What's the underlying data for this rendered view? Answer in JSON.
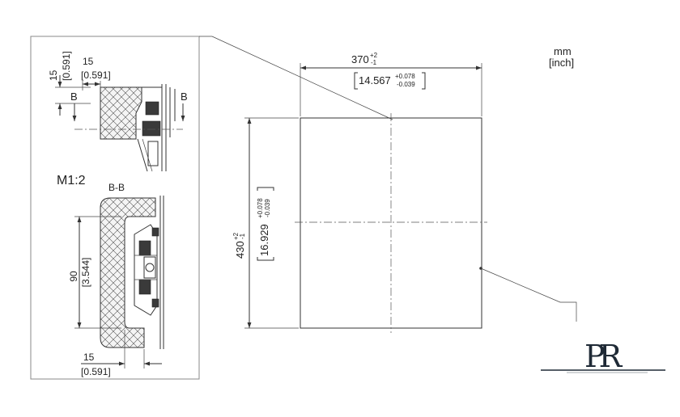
{
  "units": {
    "primary": "mm",
    "secondary": "[inch]"
  },
  "main_view": {
    "width": {
      "value": "370",
      "tol_upper": "+2",
      "tol_lower": "-1",
      "inch_value": "14.567",
      "inch_tol_upper": "+0.078",
      "inch_tol_lower": "-0.039"
    },
    "height": {
      "value": "430",
      "tol_upper": "+2",
      "tol_lower": "-1",
      "inch_value": "16.929",
      "inch_tol_upper": "+0.078",
      "inch_tol_lower": "-0.039"
    }
  },
  "detail": {
    "scale": "M1:2",
    "section_label": "B-B",
    "section_marker_left": "B",
    "section_marker_right": "B",
    "dim_top_vertical": {
      "value": "15",
      "inch": "[0.591]"
    },
    "dim_top_horizontal": {
      "value": "15",
      "inch": "[0.591]"
    },
    "dim_height": {
      "value": "90",
      "inch": "[3.544]"
    },
    "dim_bottom": {
      "value": "15",
      "inch": "[0.591]"
    }
  },
  "logo": {
    "text": "PR"
  }
}
